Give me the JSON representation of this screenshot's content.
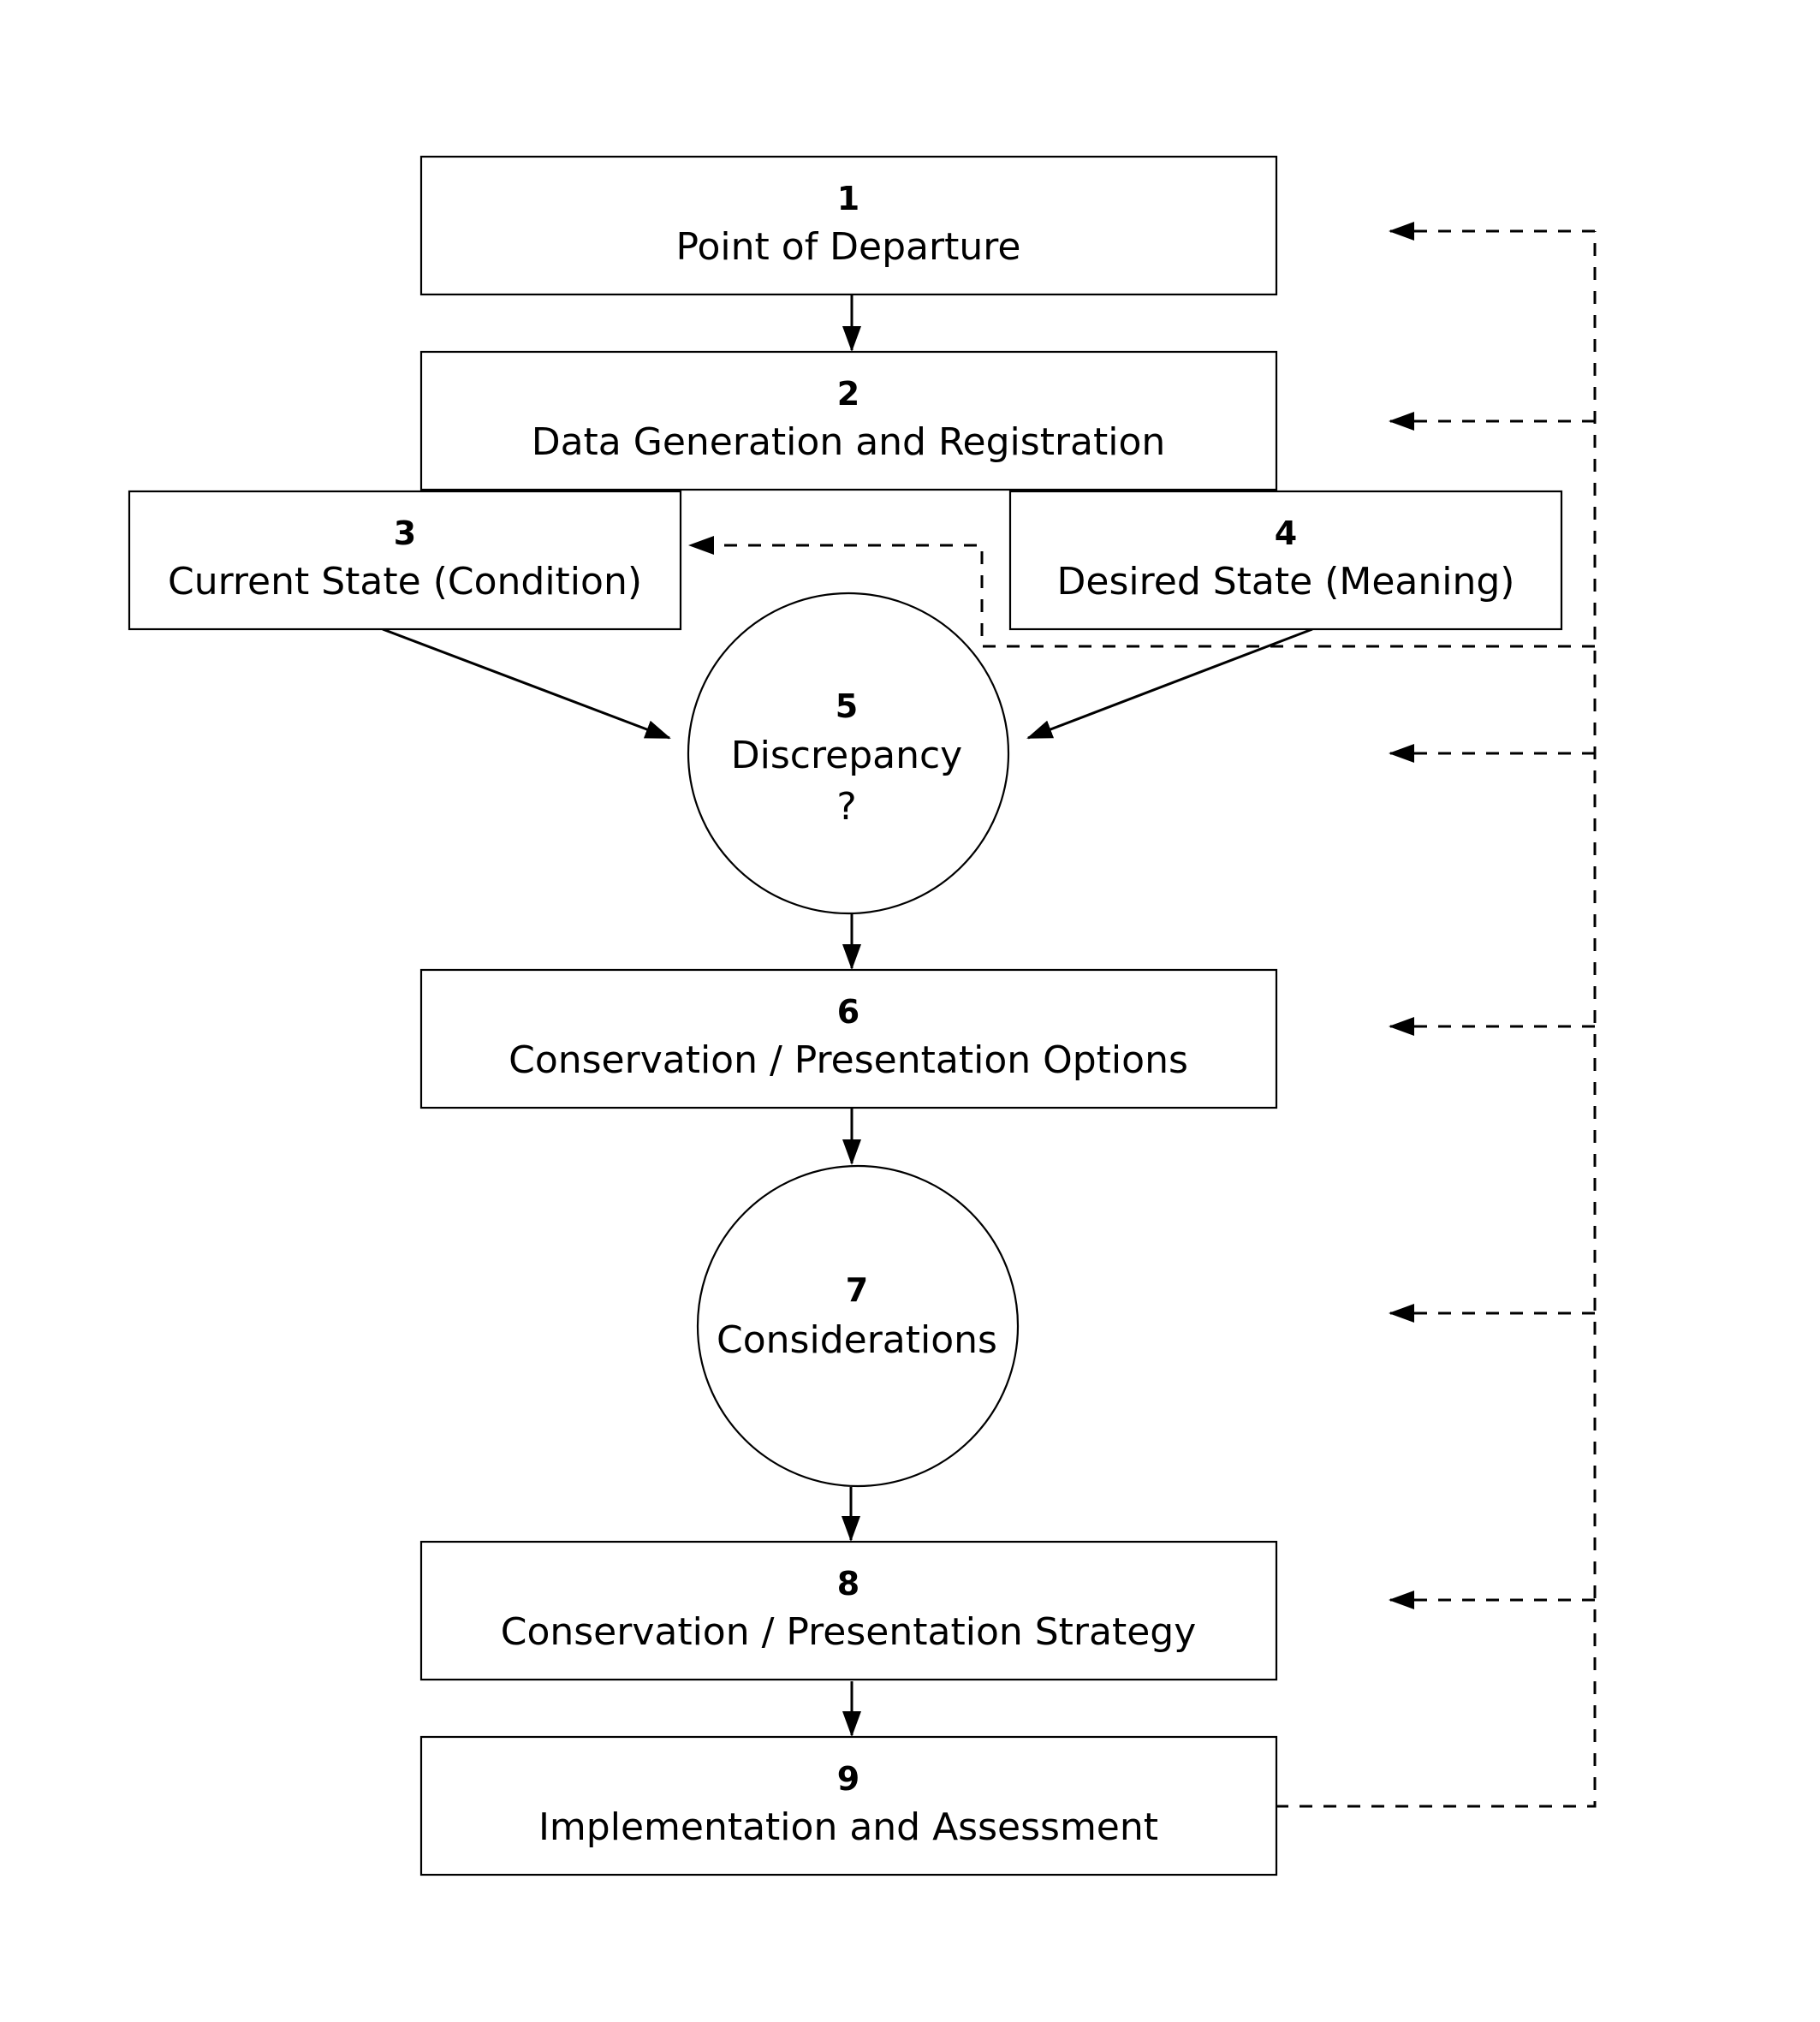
{
  "nodes": [
    {
      "id": "1",
      "number": "1",
      "label": "Point of Departure",
      "sublabel": ""
    },
    {
      "id": "2",
      "number": "2",
      "label": "Data Generation and Registration",
      "sublabel": ""
    },
    {
      "id": "3",
      "number": "3",
      "label": "Current State (Condition)",
      "sublabel": ""
    },
    {
      "id": "4",
      "number": "4",
      "label": "Desired State (Meaning)",
      "sublabel": ""
    },
    {
      "id": "5",
      "number": "5",
      "label": "Discrepancy",
      "sublabel": "?"
    },
    {
      "id": "6",
      "number": "6",
      "label": "Conservation / Presentation Options",
      "sublabel": ""
    },
    {
      "id": "7",
      "number": "7",
      "label": "Considerations",
      "sublabel": ""
    },
    {
      "id": "8",
      "number": "8",
      "label": "Conservation / Presentation Strategy",
      "sublabel": ""
    },
    {
      "id": "9",
      "number": "9",
      "label": "Implementation and Assessment",
      "sublabel": ""
    }
  ],
  "edges": [
    {
      "from": "1",
      "to": "2",
      "style": "solid"
    },
    {
      "from": "3",
      "to": "5",
      "style": "solid"
    },
    {
      "from": "4",
      "to": "5",
      "style": "solid"
    },
    {
      "from": "5",
      "to": "6",
      "style": "solid"
    },
    {
      "from": "6",
      "to": "7",
      "style": "solid"
    },
    {
      "from": "7",
      "to": "8",
      "style": "solid"
    },
    {
      "from": "8",
      "to": "9",
      "style": "solid"
    },
    {
      "from": "9",
      "to": "1",
      "style": "dashed"
    },
    {
      "from": "9",
      "to": "2",
      "style": "dashed"
    },
    {
      "from": "9",
      "to": "3",
      "style": "dashed"
    },
    {
      "from": "9",
      "to": "5",
      "style": "dashed"
    },
    {
      "from": "9",
      "to": "6",
      "style": "dashed"
    },
    {
      "from": "9",
      "to": "7",
      "style": "dashed"
    },
    {
      "from": "9",
      "to": "8",
      "style": "dashed"
    }
  ]
}
